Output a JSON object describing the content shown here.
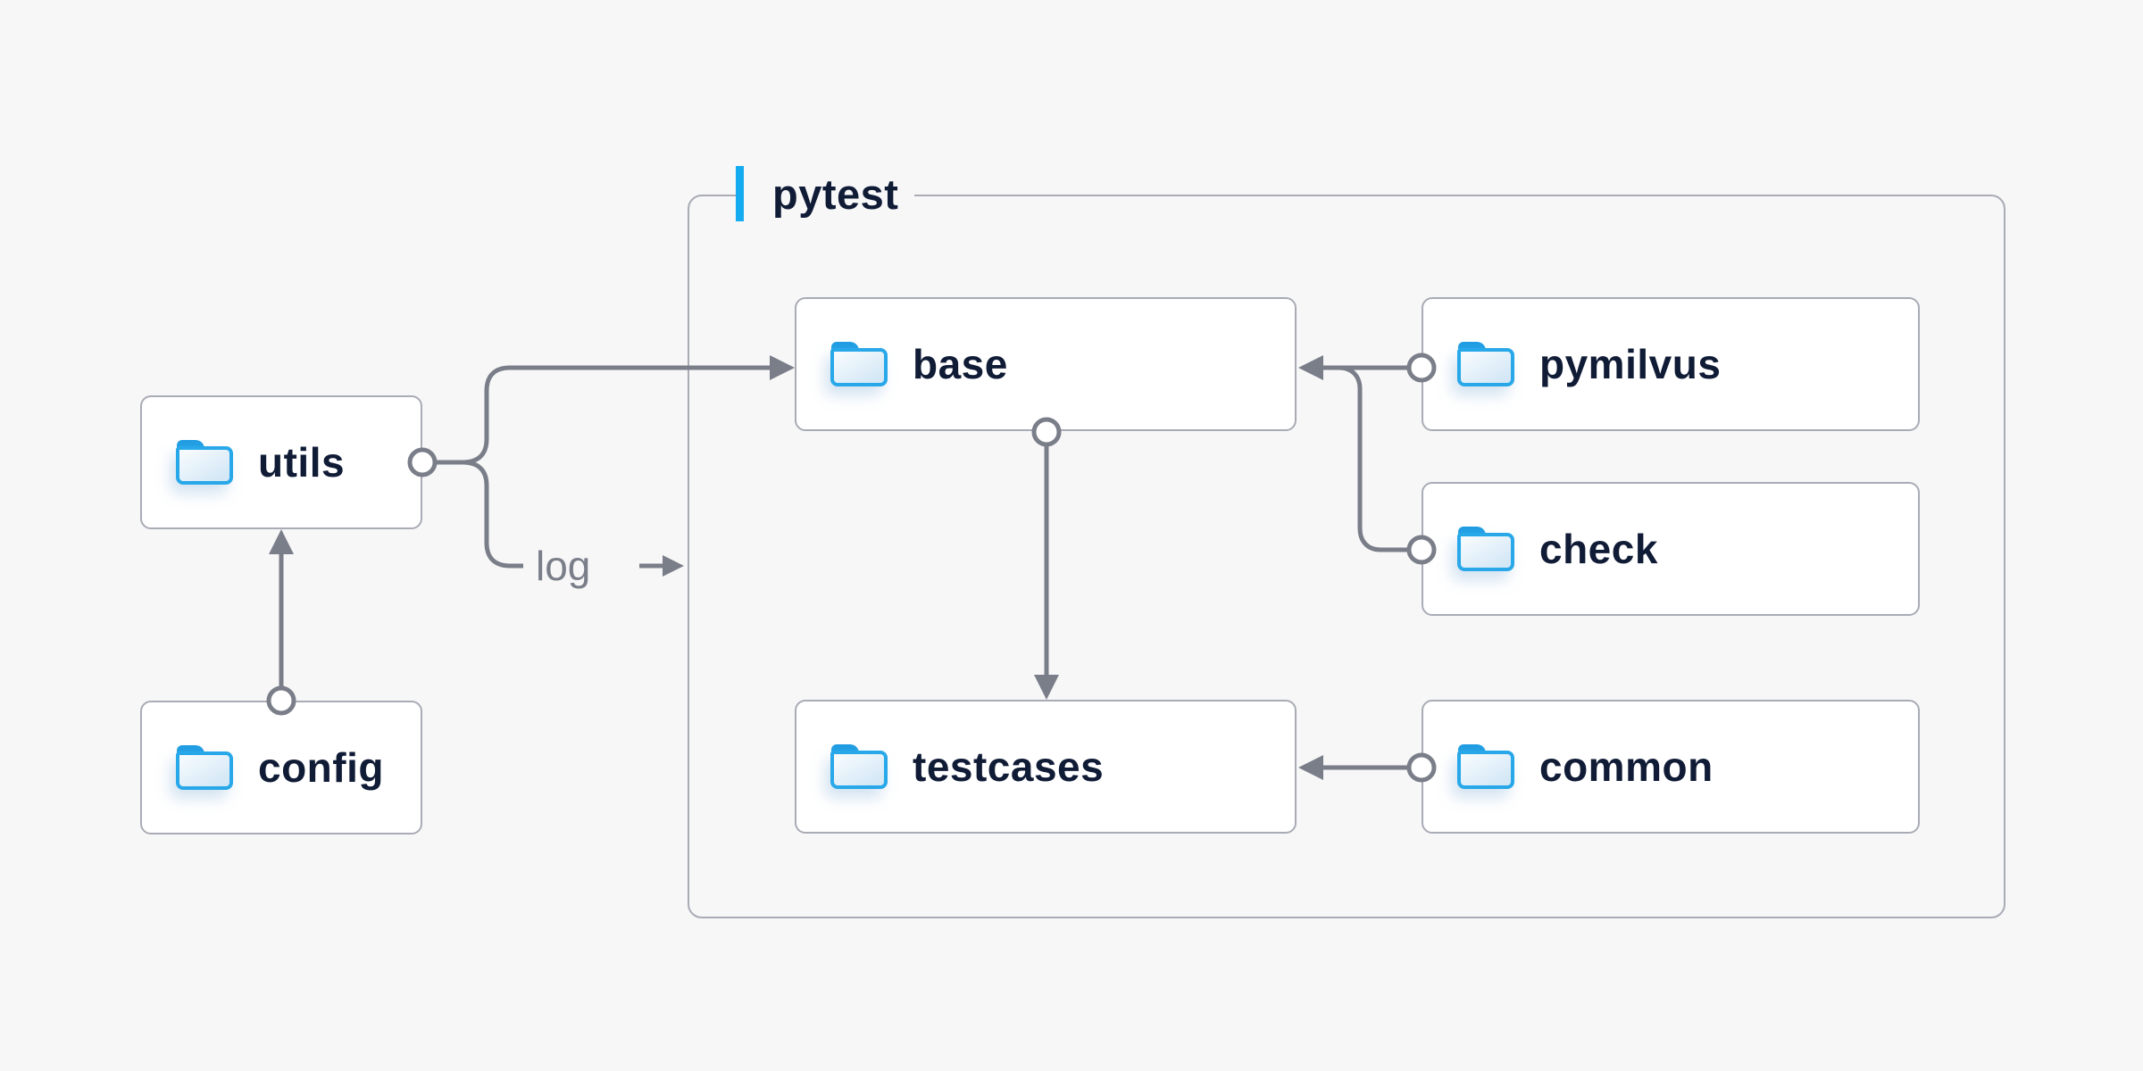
{
  "container": {
    "label": "pytest"
  },
  "nodes": [
    {
      "id": "utils",
      "label": "utils"
    },
    {
      "id": "config",
      "label": "config"
    },
    {
      "id": "base",
      "label": "base"
    },
    {
      "id": "pymilvus",
      "label": "pymilvus"
    },
    {
      "id": "check",
      "label": "check"
    },
    {
      "id": "testcases",
      "label": "testcases"
    },
    {
      "id": "common",
      "label": "common"
    }
  ],
  "edges": [
    {
      "from": "config",
      "to": "utils",
      "label": ""
    },
    {
      "from": "utils",
      "to": "base",
      "label": ""
    },
    {
      "from": "utils",
      "to": "pytest",
      "label": "log"
    },
    {
      "from": "pymilvus",
      "to": "base",
      "label": ""
    },
    {
      "from": "check",
      "to": "base",
      "label": ""
    },
    {
      "from": "base",
      "to": "testcases",
      "label": ""
    },
    {
      "from": "common",
      "to": "testcases",
      "label": ""
    }
  ],
  "colors": {
    "background": "#f7f7f8",
    "accent_blue": "#14abf0",
    "folder_blue": "#29a8e9",
    "text_navy": "#101b36",
    "line_gray": "#7a7e89",
    "box_border_gray": "#a9abb5"
  }
}
